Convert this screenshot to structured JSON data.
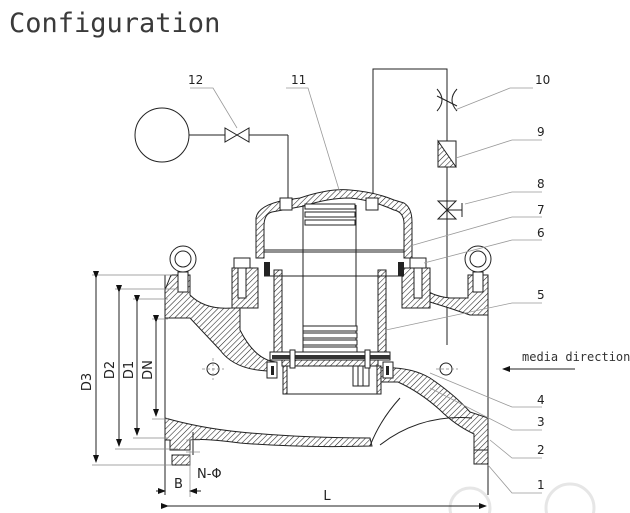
{
  "title": "Configuration",
  "callouts": [
    {
      "id": "1",
      "label": "1"
    },
    {
      "id": "2",
      "label": "2"
    },
    {
      "id": "3",
      "label": "3"
    },
    {
      "id": "4",
      "label": "4"
    },
    {
      "id": "5",
      "label": "5"
    },
    {
      "id": "6",
      "label": "6"
    },
    {
      "id": "7",
      "label": "7"
    },
    {
      "id": "8",
      "label": "8"
    },
    {
      "id": "9",
      "label": "9"
    },
    {
      "id": "10",
      "label": "10"
    },
    {
      "id": "11",
      "label": "11"
    },
    {
      "id": "12",
      "label": "12"
    }
  ],
  "dimensions": {
    "d3": "D3",
    "d2": "D2",
    "d1": "D1",
    "dn": "DN",
    "b": "B",
    "l": "L",
    "n_phi": "N-Φ"
  },
  "flow_label": "media direction",
  "colors": {
    "line": "#222222",
    "leader": "#999999",
    "text": "#222222"
  }
}
